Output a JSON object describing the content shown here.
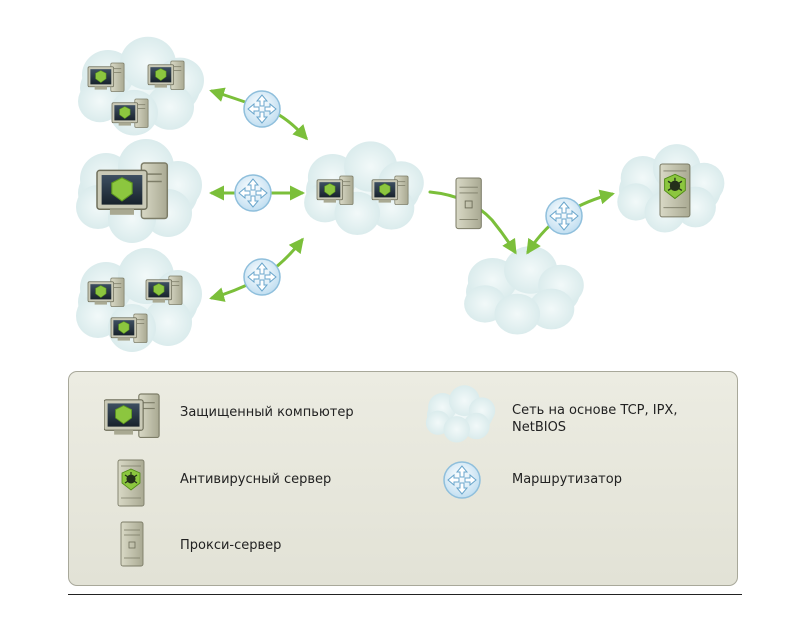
{
  "legend": {
    "protected_computer": "Защищенный компьютер",
    "antivirus_server": "Антивирусный сервер",
    "proxy_server": "Прокси-сервер",
    "network": "Сеть на основе TCP, IPX, NetBIOS",
    "router": "Маршрутизатор"
  },
  "colors": {
    "arrow": "#7bbf3a",
    "cloud": "#e3f0f0",
    "router": "#d7ecf8",
    "shield": "#8cc63f"
  },
  "icons": [
    "cloud",
    "router-icon",
    "protected-computer-icon",
    "antivirus-server-icon",
    "proxy-server-icon"
  ]
}
